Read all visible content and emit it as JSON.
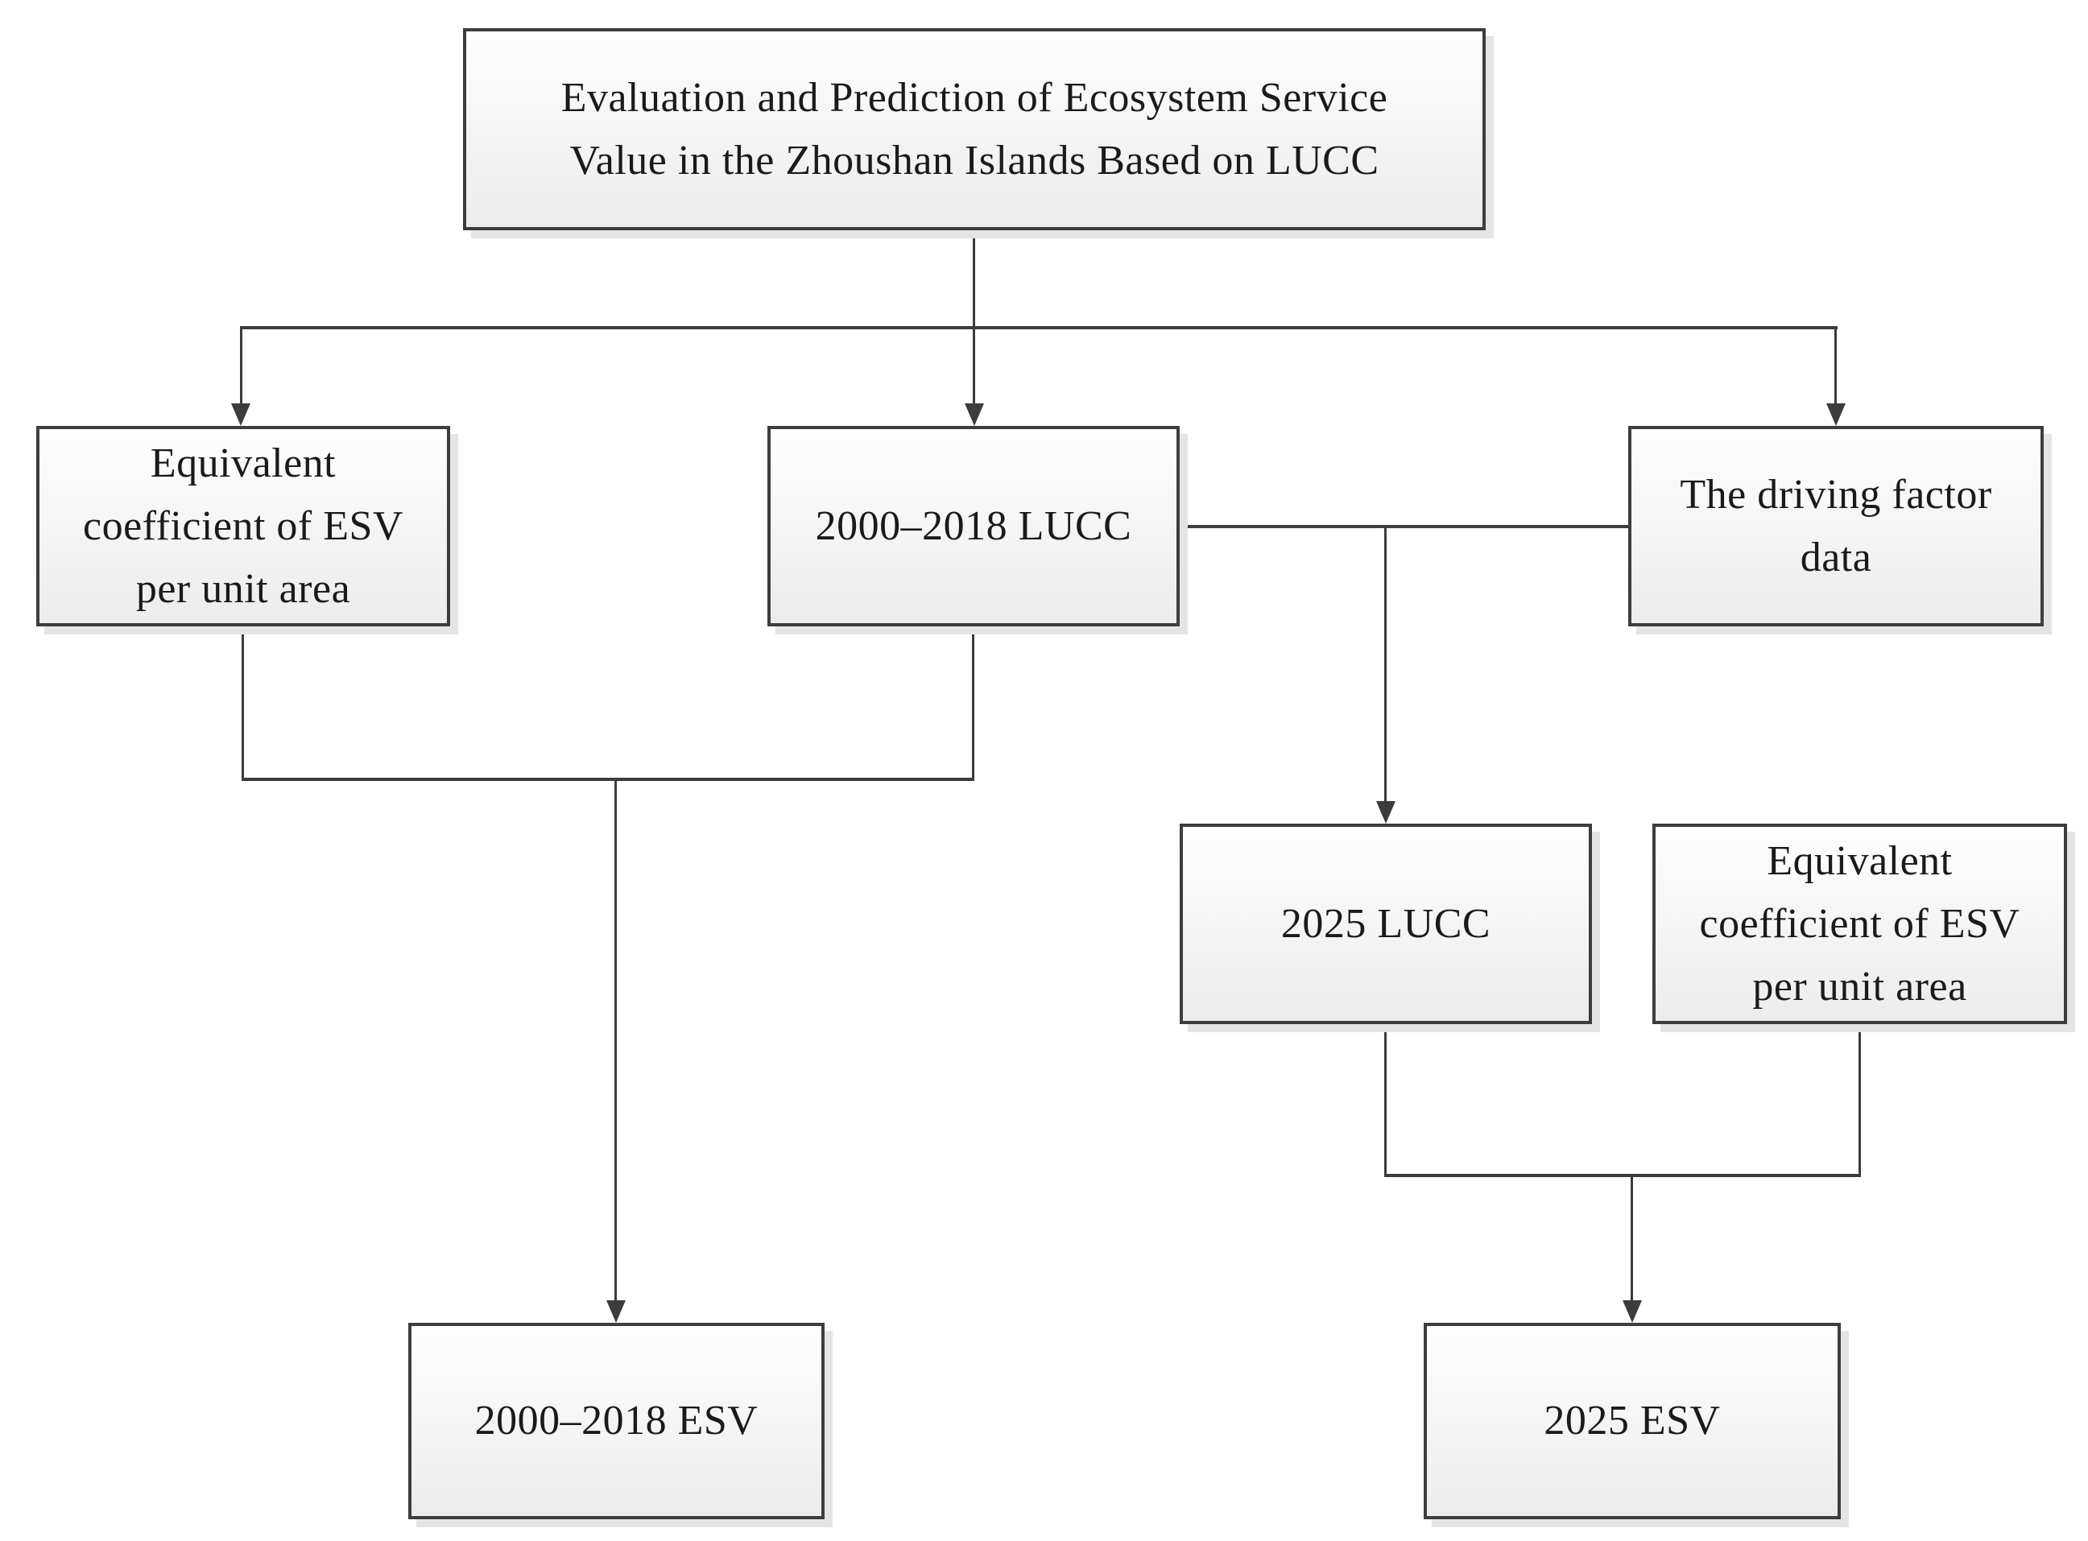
{
  "figure": {
    "type": "flowchart",
    "background": "#ffffff",
    "nodes": {
      "title": {
        "lines": [
          "Evaluation and Prediction of Ecosystem Service",
          "Value in the Zhoushan Islands Based on LUCC"
        ]
      },
      "equiv_left": {
        "lines": [
          "Equivalent",
          "coefficient of ESV",
          "per unit area"
        ]
      },
      "lucc_2000_2018": {
        "lines": [
          "2000–2018 LUCC"
        ]
      },
      "driving_factor": {
        "lines": [
          "The driving factor",
          "data"
        ]
      },
      "lucc_2025": {
        "lines": [
          "2025 LUCC"
        ]
      },
      "equiv_right": {
        "lines": [
          "Equivalent",
          "coefficient of ESV",
          "per unit area"
        ]
      },
      "esv_2000_2018": {
        "lines": [
          "2000–2018 ESV"
        ]
      },
      "esv_2025": {
        "lines": [
          "2025 ESV"
        ]
      }
    },
    "edges": [
      {
        "from": "title",
        "to": "equiv_left",
        "arrow": true
      },
      {
        "from": "title",
        "to": "lucc_2000_2018",
        "arrow": true
      },
      {
        "from": "title",
        "to": "driving_factor",
        "arrow": true
      },
      {
        "from": "lucc_2000_2018",
        "to": "driving_factor",
        "arrow": false
      },
      {
        "from": "lucc_2000_2018+driving_factor",
        "to": "lucc_2025",
        "arrow": true
      },
      {
        "from": "equiv_left+lucc_2000_2018",
        "to": "esv_2000_2018",
        "arrow": true
      },
      {
        "from": "lucc_2025+equiv_right",
        "to": "esv_2025",
        "arrow": true
      }
    ]
  },
  "colors": {
    "bg": "#ffffff",
    "text": "#1a1a1a",
    "border": "#3d3d3d",
    "line": "#3c3c3c",
    "fill-top": "#fefefe",
    "fill-bottom": "#ececec",
    "shadow": "#e4e4e4"
  }
}
